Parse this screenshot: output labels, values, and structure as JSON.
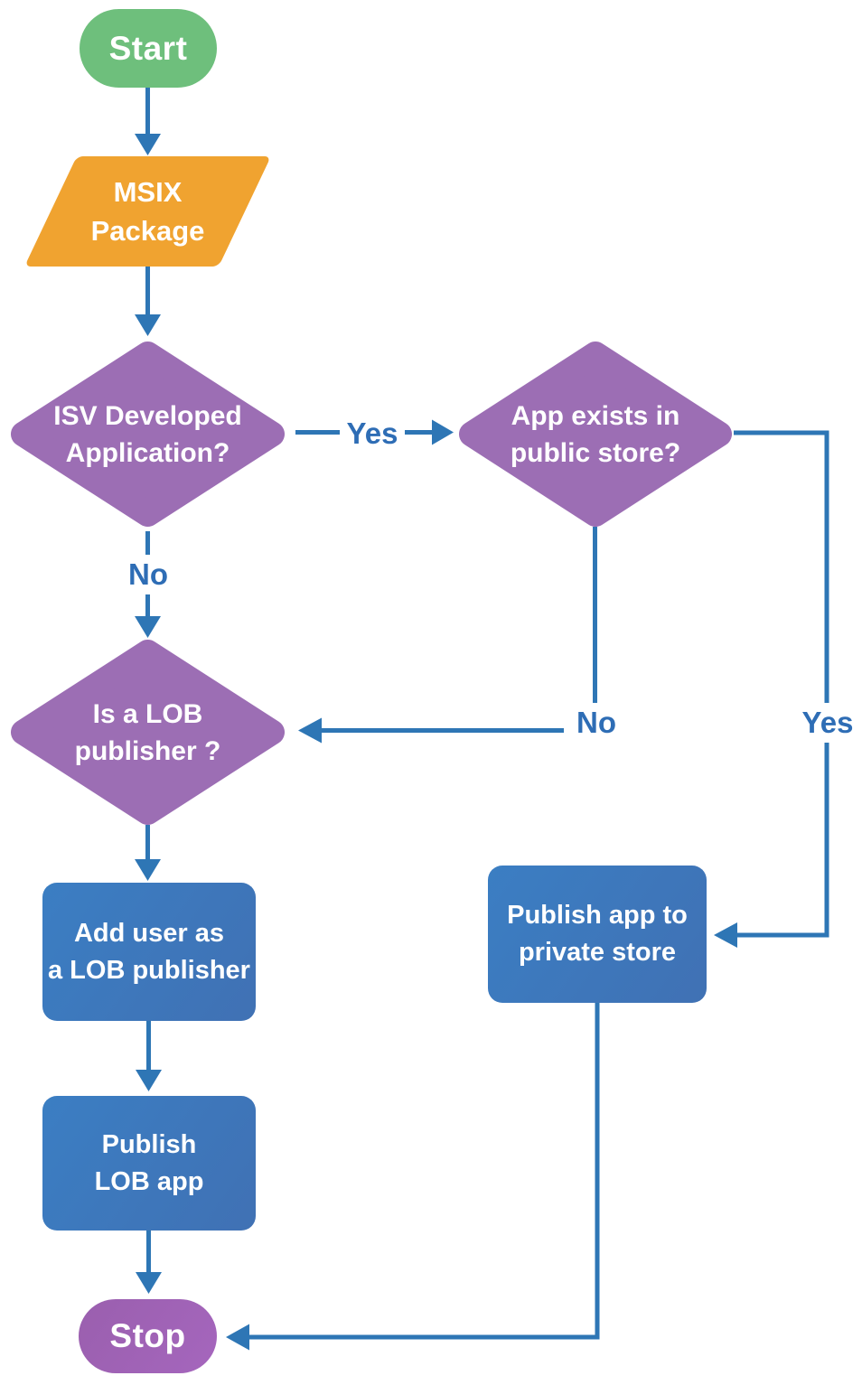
{
  "palette": {
    "arrow": "#2e76b5",
    "edge_label_text": "#2e6db5",
    "label_bg": "#ffffff",
    "node_text": "#ffffff",
    "start_bg": "#6ebf7c",
    "io_bg": "#f0a330",
    "decision_bg": "#9c6eb4",
    "process_bg": "#3b7ec3",
    "process_bg_2": "#4071b4",
    "stop_bg": "#9a5fae",
    "stop_bg_2": "#a566bd"
  },
  "nodes": {
    "start": {
      "type": "terminator",
      "lines": [
        "Start"
      ]
    },
    "msix_package": {
      "type": "input-output",
      "lines": [
        "MSIX",
        "Package"
      ]
    },
    "isv_developed": {
      "type": "decision",
      "lines": [
        "ISV Developed",
        "Application?"
      ]
    },
    "app_exists": {
      "type": "decision",
      "lines": [
        "App exists in",
        "public store?"
      ]
    },
    "is_lob_publisher": {
      "type": "decision",
      "lines": [
        "Is a LOB",
        "publisher ?"
      ]
    },
    "add_user": {
      "type": "process",
      "lines": [
        "Add user as",
        "a LOB publisher"
      ]
    },
    "publish_lob": {
      "type": "process",
      "lines": [
        "Publish",
        "LOB app"
      ]
    },
    "publish_private": {
      "type": "process",
      "lines": [
        "Publish app to",
        "private store"
      ]
    },
    "stop": {
      "type": "terminator",
      "lines": [
        "Stop"
      ]
    }
  },
  "edges": [
    {
      "from": "start",
      "to": "msix_package",
      "label": ""
    },
    {
      "from": "msix_package",
      "to": "isv_developed",
      "label": ""
    },
    {
      "from": "isv_developed",
      "to": "app_exists",
      "label": "Yes"
    },
    {
      "from": "isv_developed",
      "to": "is_lob_publisher",
      "label": "No"
    },
    {
      "from": "app_exists",
      "to": "publish_private",
      "label": "Yes"
    },
    {
      "from": "app_exists",
      "to": "is_lob_publisher",
      "label": "No"
    },
    {
      "from": "is_lob_publisher",
      "to": "add_user",
      "label": ""
    },
    {
      "from": "add_user",
      "to": "publish_lob",
      "label": ""
    },
    {
      "from": "publish_lob",
      "to": "stop",
      "label": ""
    },
    {
      "from": "publish_private",
      "to": "stop",
      "label": ""
    }
  ]
}
